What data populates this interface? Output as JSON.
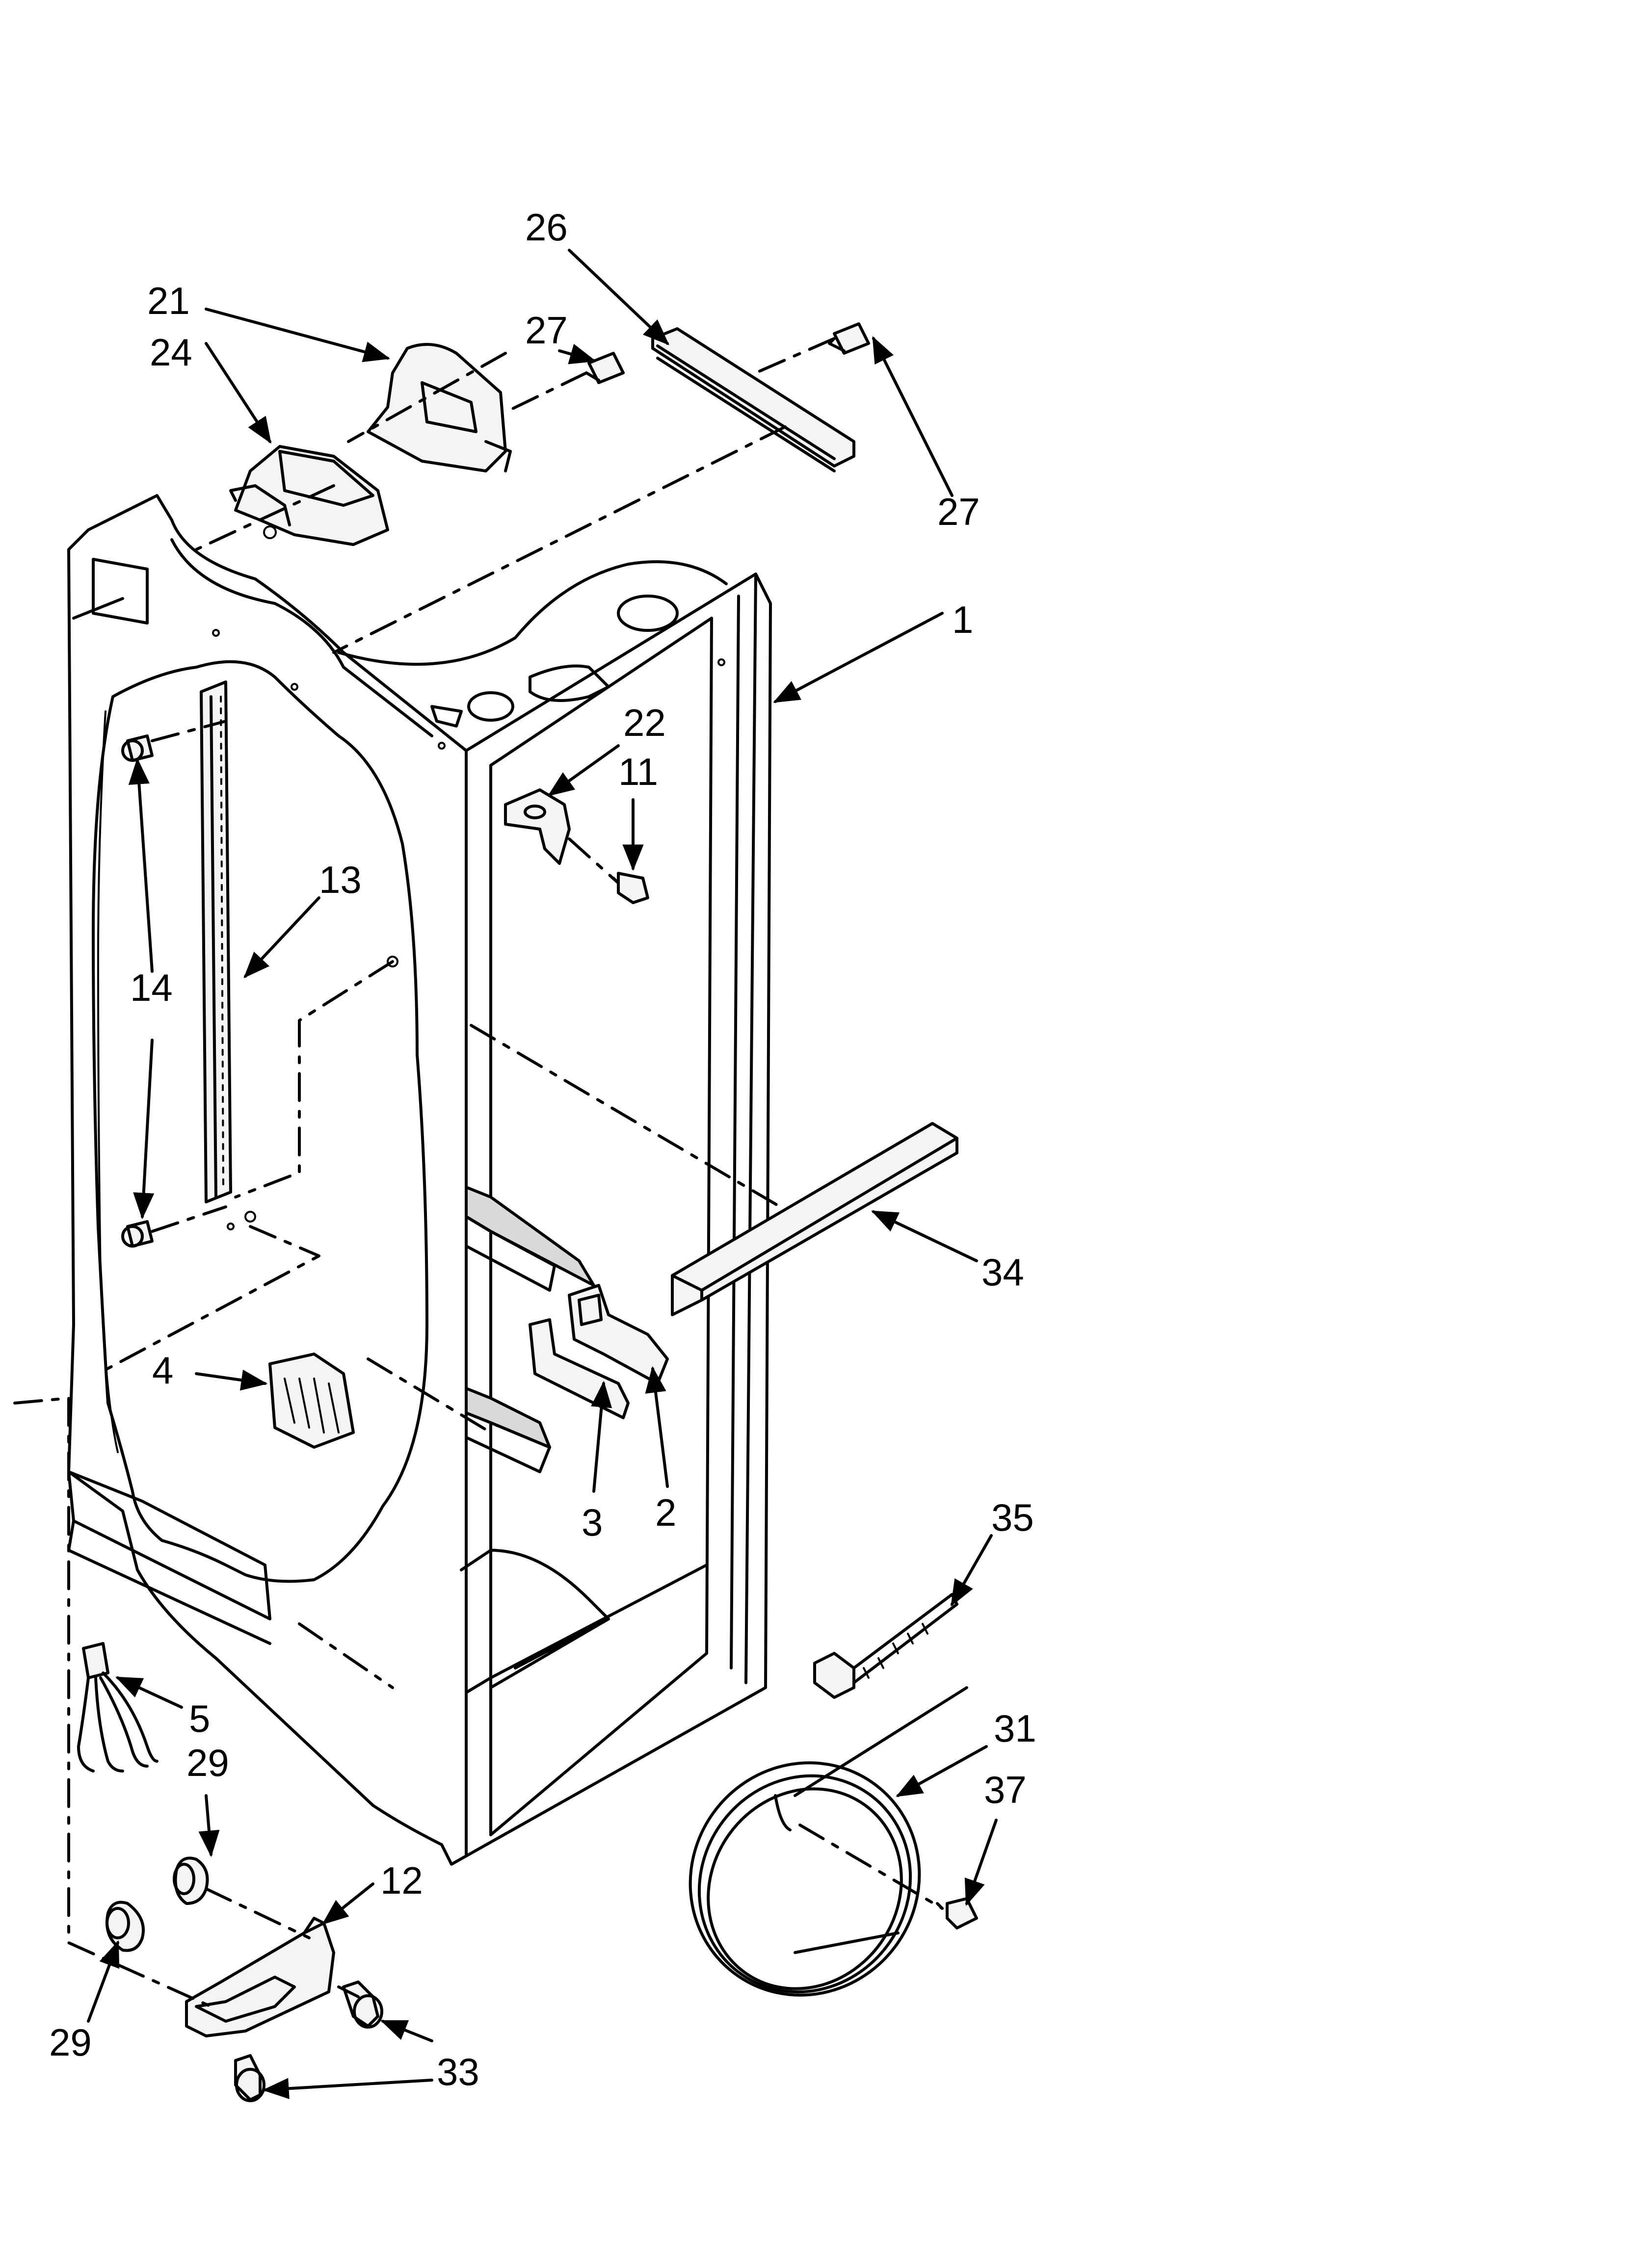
{
  "diagram": {
    "callouts": [
      {
        "id": "26",
        "text": "26"
      },
      {
        "id": "21",
        "text": "21"
      },
      {
        "id": "27a",
        "text": "27"
      },
      {
        "id": "24",
        "text": "24"
      },
      {
        "id": "27b",
        "text": "27"
      },
      {
        "id": "1",
        "text": "1"
      },
      {
        "id": "22",
        "text": "22"
      },
      {
        "id": "11",
        "text": "11"
      },
      {
        "id": "13",
        "text": "13"
      },
      {
        "id": "14",
        "text": "14"
      },
      {
        "id": "34",
        "text": "34"
      },
      {
        "id": "4",
        "text": "4"
      },
      {
        "id": "3",
        "text": "3"
      },
      {
        "id": "2",
        "text": "2"
      },
      {
        "id": "35",
        "text": "35"
      },
      {
        "id": "5",
        "text": "5"
      },
      {
        "id": "29a",
        "text": "29"
      },
      {
        "id": "31",
        "text": "31"
      },
      {
        "id": "37",
        "text": "37"
      },
      {
        "id": "12",
        "text": "12"
      },
      {
        "id": "29b",
        "text": "29"
      },
      {
        "id": "33",
        "text": "33"
      }
    ]
  }
}
